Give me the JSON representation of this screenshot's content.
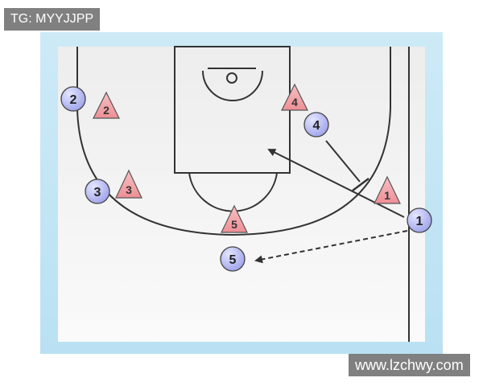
{
  "watermarks": {
    "top": "TG: MYYJJPP",
    "bottom": "www.lzchwy.com"
  },
  "diagram": {
    "offense": [
      {
        "label": "1"
      },
      {
        "label": "2"
      },
      {
        "label": "3"
      },
      {
        "label": "4"
      },
      {
        "label": "5"
      }
    ],
    "defense": [
      {
        "label": "1"
      },
      {
        "label": "2"
      },
      {
        "label": "3"
      },
      {
        "label": "4"
      },
      {
        "label": "5"
      }
    ],
    "colors": {
      "offense_fill": "#b9bdf2",
      "defense_fill": "#f2a3a8",
      "frame": "#c4e6f5",
      "court": "#f2f2f2",
      "lines": "#333333"
    }
  }
}
